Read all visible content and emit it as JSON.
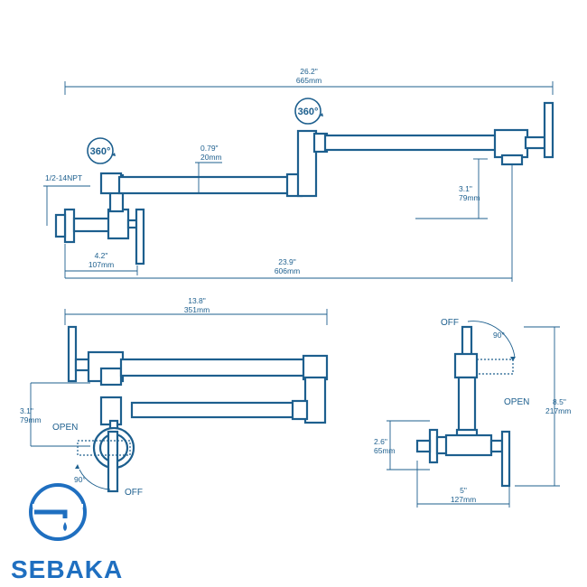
{
  "colors": {
    "line": "#1d5f8e",
    "brand": "#1f6fc0",
    "background": "#ffffff"
  },
  "brand": {
    "name": "SEBAKA",
    "logo_icon": "faucet-drop-logo-icon"
  },
  "top_view": {
    "overall_length": {
      "in": "26.2\"",
      "mm": "665mm"
    },
    "pipe_diameter": {
      "in": "0.79\"",
      "mm": "20mm"
    },
    "thread": "1/2-14NPT",
    "rotation_badge_left": "360°",
    "rotation_badge_right": "360°",
    "spout_drop": {
      "in": "3.1\"",
      "mm": "79mm"
    },
    "wall_to_valve": {
      "in": "4.2\"",
      "mm": "107mm"
    },
    "reach": {
      "in": "23.9\"",
      "mm": "606mm"
    }
  },
  "folded_view": {
    "folded_length": {
      "in": "13.8\"",
      "mm": "351mm"
    },
    "arm_spacing": {
      "in": "3.1\"",
      "mm": "79mm"
    },
    "open_label": "OPEN",
    "off_label": "OFF",
    "angle": "90°"
  },
  "side_view": {
    "off_label": "OFF",
    "open_label": "OPEN",
    "angle": "90°",
    "height": {
      "in": "8.5\"",
      "mm": "217mm"
    },
    "flange_offset": {
      "in": "2.6\"",
      "mm": "65mm"
    },
    "depth": {
      "in": "5\"",
      "mm": "127mm"
    }
  }
}
